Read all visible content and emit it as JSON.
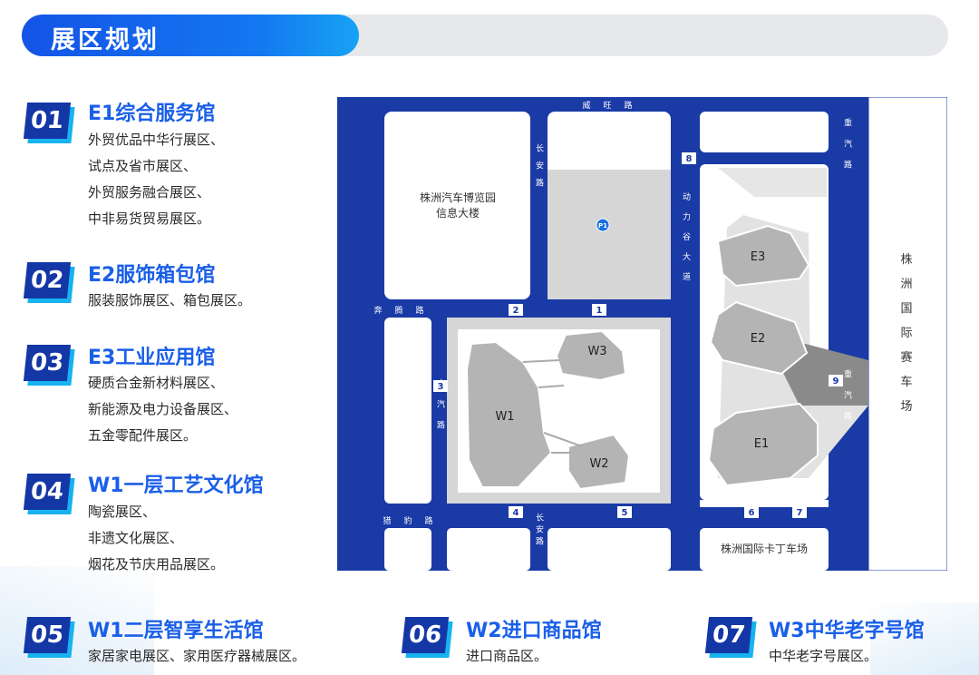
{
  "header": {
    "title": "展区规划"
  },
  "halls": [
    {
      "num": "01",
      "title": "E1综合服务馆",
      "lines": [
        "外贸优品中华行展区、",
        "试点及省市展区、",
        "外贸服务融合展区、",
        "中非易货贸易展区。"
      ]
    },
    {
      "num": "02",
      "title": "E2服饰箱包馆",
      "lines": [
        "服装服饰展区、箱包展区。"
      ]
    },
    {
      "num": "03",
      "title": "E3工业应用馆",
      "lines": [
        "硬质合金新材料展区、",
        "新能源及电力设备展区、",
        "五金零配件展区。"
      ]
    },
    {
      "num": "04",
      "title": "W1一层工艺文化馆",
      "lines": [
        "陶瓷展区、",
        "非遗文化展区、",
        "烟花及节庆用品展区。"
      ]
    },
    {
      "num": "05",
      "title": "W1二层智享生活馆",
      "lines": [
        "家居家电展区、家用医疗器械展区。"
      ]
    },
    {
      "num": "06",
      "title": "W2进口商品馆",
      "lines": [
        "进口商品区。"
      ]
    },
    {
      "num": "07",
      "title": "W3中华老字号馆",
      "lines": [
        "中华老字号展区。"
      ]
    }
  ],
  "map": {
    "colors": {
      "road": "#1a3aa6",
      "block": "#ffffff",
      "hall": "#b4b4b4",
      "plaza": "#e4e4e4"
    },
    "roads": {
      "top": "威旺路",
      "changan_upper": "长安路",
      "changan_lower": "长安路",
      "dongli": "动力谷大道",
      "chongqi": "重汽路",
      "chongqi_lower": "重汽路",
      "benteng": "奔腾路",
      "guangqi": "广汽路",
      "liebao": "猎豹路"
    },
    "buildings": {
      "museum_line1": "株洲汽车博览园",
      "museum_line2": "信息大楼",
      "racecourse": [
        "株",
        "洲",
        "国",
        "际",
        "赛",
        "车",
        "场"
      ],
      "karting": "株洲国际卡丁车场",
      "parking": "P1"
    },
    "halls": {
      "W1": "W1",
      "W2": "W2",
      "W3": "W3",
      "E1": "E1",
      "E2": "E2",
      "E3": "E3"
    },
    "gates": [
      "1",
      "2",
      "3",
      "4",
      "5",
      "6",
      "7",
      "8",
      "9"
    ]
  }
}
